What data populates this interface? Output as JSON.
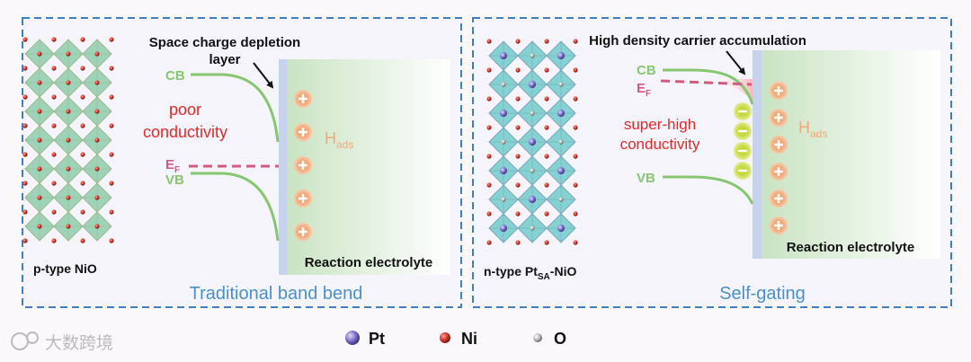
{
  "left_panel": {
    "title": "Traditional band bend",
    "annotation": "Space charge depletion layer",
    "annotation_line1": "Space charge depletion",
    "annotation_line2": "layer",
    "cb": "CB",
    "ef_main": "E",
    "ef_sub": "F",
    "vb": "VB",
    "conductivity_line1": "poor",
    "conductivity_line2": "conductivity",
    "hads_main": "H",
    "hads_sub": "ads",
    "electrolyte": "Reaction electrolyte",
    "material": "p-type NiO",
    "plus_count": 5
  },
  "right_panel": {
    "title": "Self-gating",
    "annotation": "High density carrier accumulation",
    "cb": "CB",
    "ef_main": "E",
    "ef_sub": "F",
    "vb": "VB",
    "conductivity_line1": "super-high",
    "conductivity_line2": "conductivity",
    "hads_main": "H",
    "hads_sub": "ads",
    "electrolyte": "Reaction electrolyte",
    "material_prefix": "n-type Pt",
    "material_sub": "SA",
    "material_suffix": "-NiO",
    "plus_count": 6,
    "minus_count": 4
  },
  "legend": [
    {
      "label": "Pt",
      "color": "#7b6cc9"
    },
    {
      "label": "Ni",
      "color": "#d0352a"
    },
    {
      "label": "O",
      "color": "#b9b9b9"
    }
  ],
  "watermark": "大数跨境",
  "colors": {
    "frame": "#3f7fbf",
    "title": "#4a90c9",
    "band": "#86c66e",
    "fermi": "#d6587e",
    "red_text": "#e02a2a",
    "plus": "#f0a878",
    "minus": "#c5da3b",
    "crystal": "#7fc8a2",
    "crystal_teal": "#5fc7c7"
  }
}
